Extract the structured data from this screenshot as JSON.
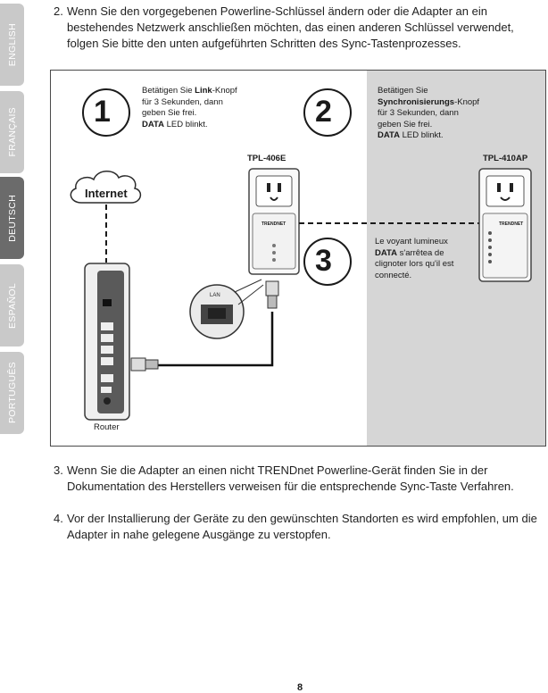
{
  "tabs": [
    {
      "label": "ENGLISH",
      "active": false
    },
    {
      "label": "FRANÇAIS",
      "active": false
    },
    {
      "label": "DEUTSCH",
      "active": true
    },
    {
      "label": "ESPAÑOL",
      "active": false
    },
    {
      "label": "PORTUGUÊS",
      "active": false
    }
  ],
  "step2": {
    "number": "2.",
    "text": "Wenn Sie den vorgegebenen Powerline-Schlüssel ändern oder die Adapter an ein bestehendes Netzwerk anschließen möchten, das einen anderen Schlüssel verwendet, folgen Sie bitte den unten aufgeführten Schritten des Sync-Tastenprozesses."
  },
  "diagram": {
    "step1": {
      "number": "1",
      "pre": "Betätigen Sie ",
      "bold": "Link",
      "post": "-Knopf für 3 Sekunden, dann geben Sie frei.",
      "led": "DATA",
      "led_post": " LED blinkt."
    },
    "step2": {
      "number": "2",
      "pre": "Betätigen Sie",
      "bold": "Synchronisierungs",
      "post": "-Knopf für 3 Sekunden, dann geben Sie frei.",
      "led": "DATA",
      "led_post": " LED blinkt."
    },
    "step3": {
      "number": "3",
      "pre": "Le voyant lumineux",
      "led": "DATA",
      "post": " s'arrêtea de clignoter lors qu'il est connecté."
    },
    "device_a": "TPL-406E",
    "device_b": "TPL-410AP",
    "internet": "Internet",
    "router": "Router",
    "lan": "LAN",
    "brand": "TRENDNET",
    "colors": {
      "panel_grey": "#d6d6d6",
      "border": "#4a4a4a"
    }
  },
  "step3": {
    "number": "3.",
    "text": "Wenn Sie die Adapter an einen nicht TRENDnet Powerline-Gerät finden Sie in der Dokumentation des Herstellers verweisen für die entsprechende Sync-Taste Verfahren."
  },
  "step4": {
    "number": "4.",
    "text": "Vor der Installierung der Geräte zu den gewünschten Standorten es wird empfohlen, um die Adapter in nahe gelegene Ausgänge zu verstopfen."
  },
  "page_number": "8"
}
